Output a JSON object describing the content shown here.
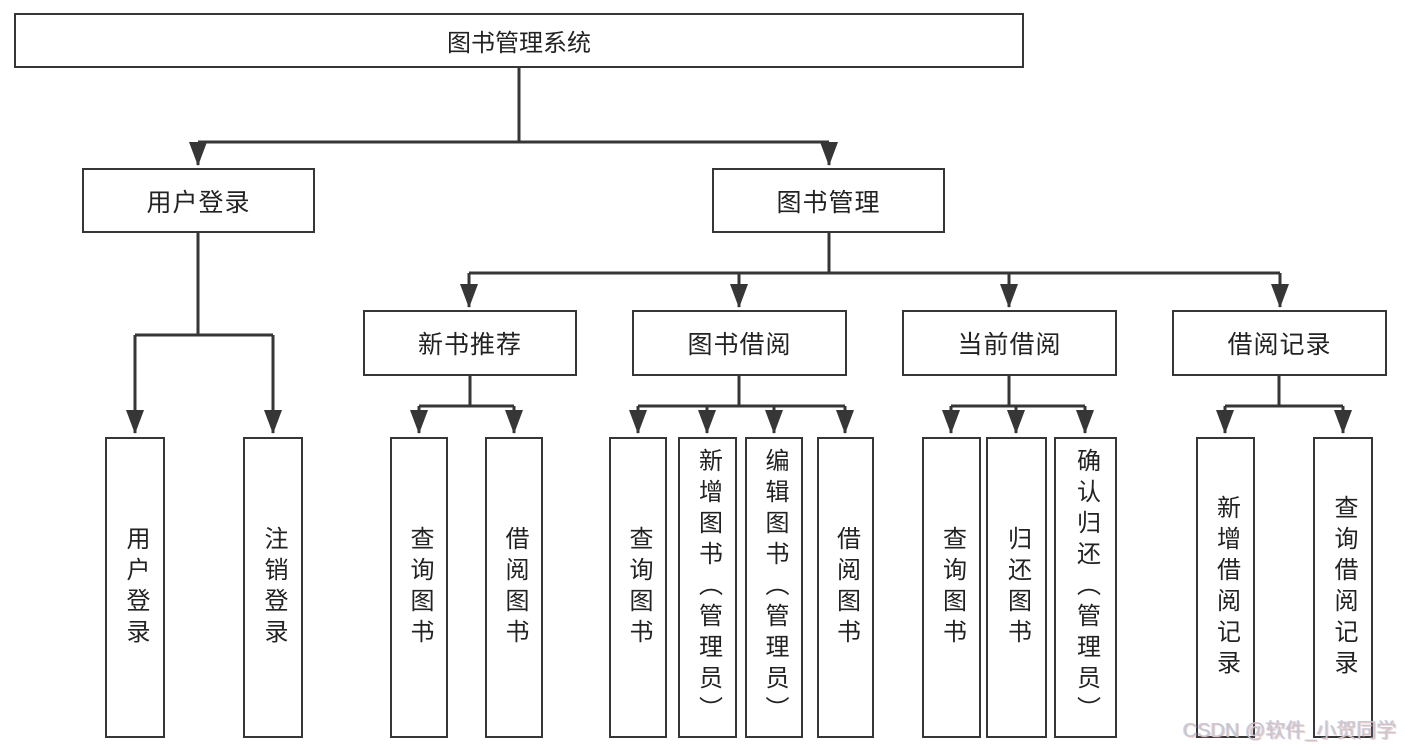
{
  "diagram": {
    "nodes": {
      "root": "图书管理系统",
      "userLogin": "用户登录",
      "bookMgmt": "图书管理",
      "newBookRec": "新书推荐",
      "bookBorrow": "图书借阅",
      "currentBorrow": "当前借阅",
      "borrowRecords": "借阅记录"
    },
    "leaves": [
      {
        "label": "用户登录"
      },
      {
        "label": "注销登录"
      },
      {
        "label": "查询图书"
      },
      {
        "label": "借阅图书"
      },
      {
        "label": "查询图书"
      },
      {
        "label": "新增图书（管理员）"
      },
      {
        "label": "编辑图书（管理员）"
      },
      {
        "label": "借阅图书"
      },
      {
        "label": "查询图书"
      },
      {
        "label": "归还图书"
      },
      {
        "label": "确认归还（管理员）"
      },
      {
        "label": "新增借阅记录"
      },
      {
        "label": "查询借阅记录"
      }
    ]
  },
  "watermark": "CSDN @软件_小贺同学",
  "colors": {
    "line": "#363636",
    "text": "#222222",
    "watermark": "#c6c9cc",
    "background": "#ffffff"
  }
}
